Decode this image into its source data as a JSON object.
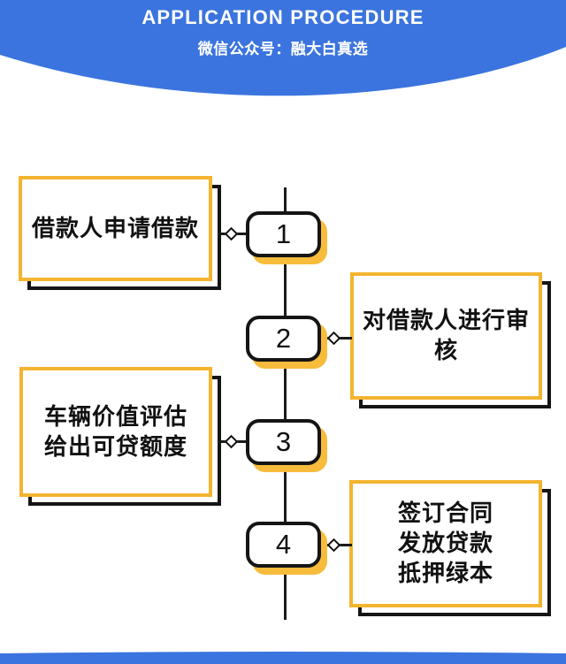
{
  "header": {
    "title": "APPLICATION PROCEDURE",
    "subtitle": "微信公众号：融大白真选"
  },
  "flow": {
    "steps": [
      {
        "number": "1",
        "side": "left",
        "lines": [
          "借款人申请借款"
        ]
      },
      {
        "number": "2",
        "side": "right",
        "lines": [
          "对借款人进行审核"
        ]
      },
      {
        "number": "3",
        "side": "left",
        "lines": [
          "车辆价值评估",
          "给出可贷额度"
        ]
      },
      {
        "number": "4",
        "side": "right",
        "lines": [
          "签订合同",
          "发放贷款",
          "抵押绿本"
        ]
      }
    ]
  },
  "colors": {
    "brand_blue": "#3b74de",
    "accent_yellow": "#f3b42f",
    "shadow_yellow": "#f7bc3b",
    "line_black": "#151515"
  }
}
